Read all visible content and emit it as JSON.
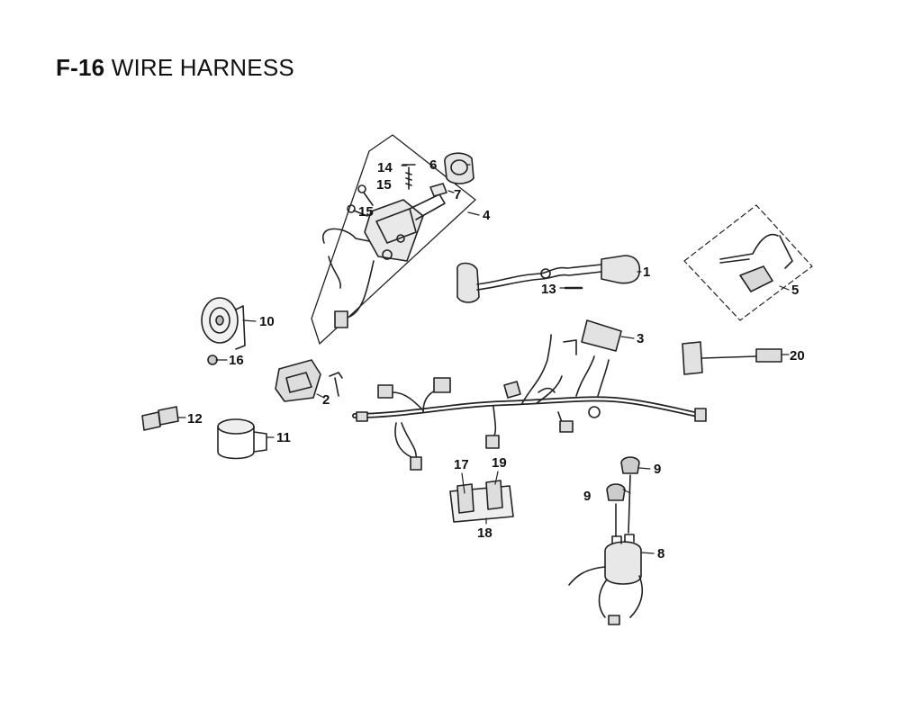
{
  "page": {
    "code": "F-16",
    "title": "WIRE HARNESS"
  },
  "callouts": {
    "c1": "1",
    "c2": "2",
    "c3": "3",
    "c4": "4",
    "c5": "5",
    "c6": "6",
    "c7": "7",
    "c8": "8",
    "c9a": "9",
    "c9b": "9",
    "c10": "10",
    "c11": "11",
    "c12": "12",
    "c13": "13",
    "c14": "14",
    "c15a": "15",
    "c15b": "15",
    "c16": "16",
    "c17": "17",
    "c18": "18",
    "c19": "19",
    "c20": "20"
  }
}
